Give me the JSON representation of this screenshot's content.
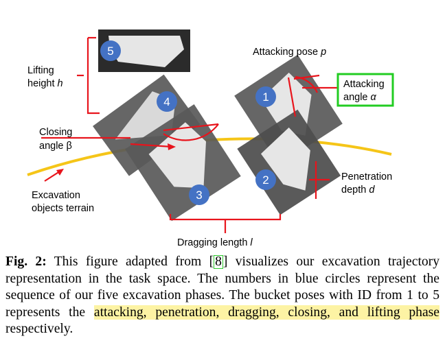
{
  "figure": {
    "phases": [
      "1",
      "2",
      "3",
      "4",
      "5"
    ],
    "labels": {
      "lifting_line1": "Lifting",
      "lifting_line2": "height ",
      "lifting_var": "h",
      "attacking_pose": "Attacking pose ",
      "attacking_pose_var": "p",
      "attacking_angle_line1": "Attacking",
      "attacking_angle_line2": "angle ",
      "attacking_angle_var": "α",
      "closing_line1": "Closing",
      "closing_line2": "angle β",
      "penetration_line1": "Penetration",
      "penetration_line2": "depth ",
      "penetration_var": "d",
      "terrain_line1": "Excavation",
      "terrain_line2": "objects terrain",
      "dragging": "Dragging length ",
      "dragging_var": "l"
    },
    "colors": {
      "phase_circle": "#4472c4",
      "annotation_red": "#e8141c",
      "terrain_curve": "#f5c518",
      "highlight_box": "#22cc22"
    }
  },
  "caption": {
    "label": "Fig. 2:",
    "text_a": " This figure adapted from [",
    "ref": "8",
    "text_b": "] visualizes our excavation trajectory representation in the task space. The numbers in blue circles represent the sequence of our five excavation phases. The bucket poses with ID from 1 to 5 represents the ",
    "highlight": "attacking, penetration, dragging, closing, and lifting phase",
    "text_c": " respectively."
  }
}
